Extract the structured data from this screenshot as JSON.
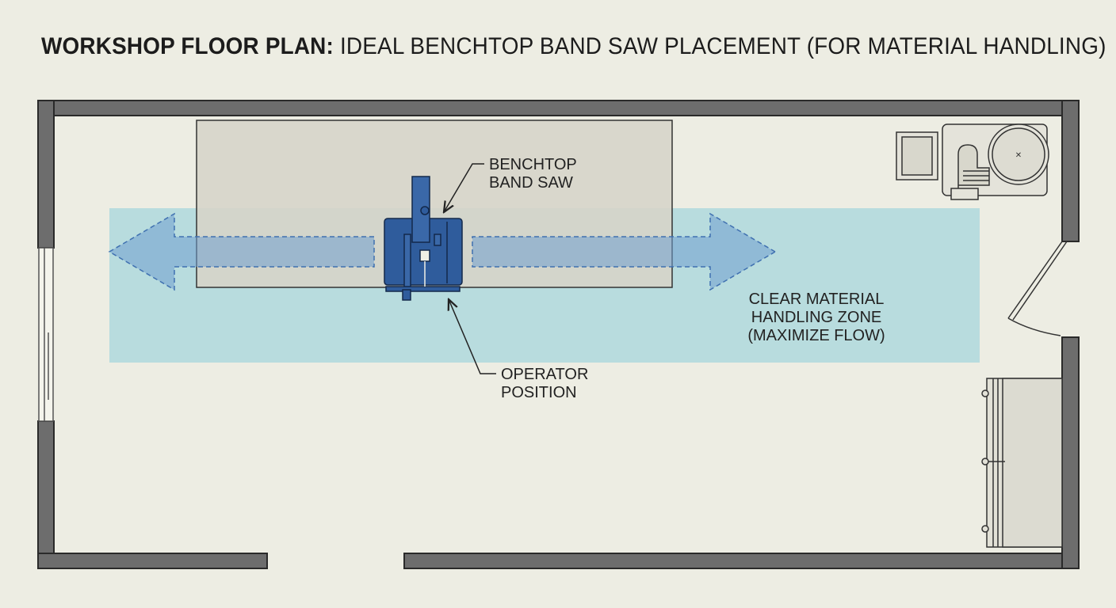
{
  "title": {
    "bold_part": "WORKSHOP FLOOR PLAN:",
    "rest": "IDEAL BENCHTOP BAND SAW PLACEMENT (FOR MATERIAL HANDLING)"
  },
  "labels": {
    "band_saw": [
      "BENCHTOP",
      "BAND SAW"
    ],
    "operator": [
      "OPERATOR",
      "POSITION"
    ],
    "zone": [
      "CLEAR MATERIAL",
      "HANDLING ZONE",
      "(MAXIMIZE FLOW)"
    ]
  },
  "colors": {
    "background": "#edede3",
    "wall": "#6d6d6d",
    "bench": "#d6d4c9",
    "zone": "#a6d6dc",
    "arrow": "#6f9fcf",
    "saw": "#2f5c9c"
  }
}
